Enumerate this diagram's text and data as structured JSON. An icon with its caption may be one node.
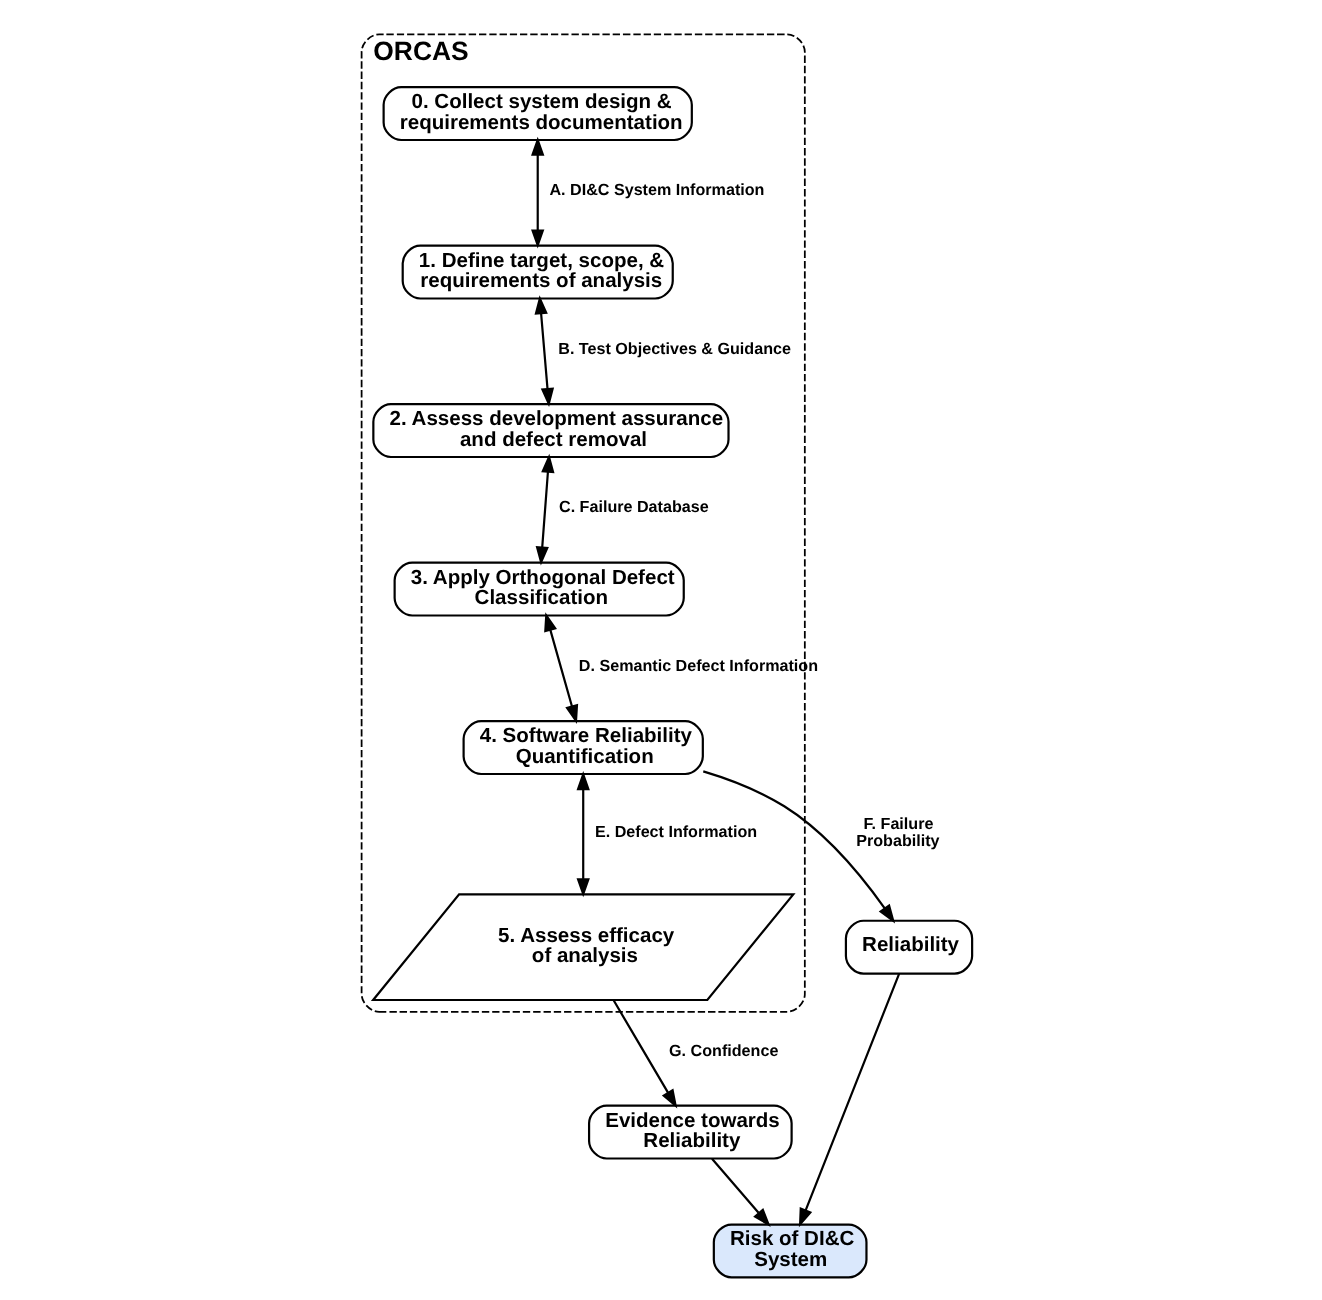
{
  "diagram": {
    "nodes": [
      {
        "text": [
          "ORCAS"
        ]
      },
      {
        "text": [
          "0. Collect system design & requirements documentation"
        ],
        "in": 0
      },
      {
        "text": [
          "1. Define target, scope, & requirements of analysis"
        ],
        "in": 0
      },
      {
        "text": [
          "2. Assess development assurance and defect removal"
        ],
        "in": 0
      },
      {
        "text": [
          "3. Apply Orthogonal Defect Classification"
        ],
        "in": 0
      },
      {
        "text": [
          "4. Software Reliability Quantification"
        ],
        "in": 0
      },
      {
        "text": [
          "5. Assess efficacy of analysis"
        ],
        "in": 0
      },
      {
        "text": [
          "Risk of DI&C System"
        ]
      },
      {
        "text": [
          "Reliability"
        ]
      },
      {
        "text": [
          "Evidence towards Reliability"
        ]
      }
    ],
    "edges": [
      {
        "from": 1,
        "to": 2,
        "arrow": "both",
        "label": "A. DI&C System Information"
      },
      {
        "from": 2,
        "to": 3,
        "arrow": "both",
        "label": "B. Test Objectives & Guidance"
      },
      {
        "from": 3,
        "to": 4,
        "arrow": "both",
        "label": "C. Failure Database"
      },
      {
        "from": 4,
        "to": 5,
        "arrow": "both",
        "label": "D. Semantic Defect Information"
      },
      {
        "from": 5,
        "to": 6,
        "arrow": "both",
        "label": "E. Defect Information"
      },
      {
        "from": 5,
        "to": 8,
        "arrow": "to",
        "label": "F. Failure Probability"
      },
      {
        "from": 6,
        "to": 9,
        "arrow": "to",
        "label": "G. Confidence"
      },
      {
        "from": 8,
        "to": 7,
        "arrow": "to"
      },
      {
        "from": 9,
        "to": 7,
        "arrow": "to"
      }
    ]
  }
}
